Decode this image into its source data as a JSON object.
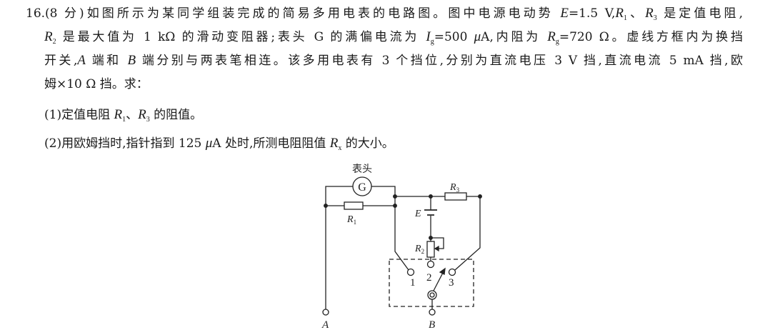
{
  "question": {
    "lines": [
      [
        [
          "16.(8 分)如图所示为某同学组装完成的简易多用电表的电路图。图中电源电动势 ",
          ""
        ],
        [
          "E",
          "i"
        ],
        [
          "=1.5 V,",
          ""
        ],
        [
          "R",
          "i"
        ],
        [
          "1",
          "sub"
        ],
        [
          "、",
          ""
        ],
        [
          "R",
          "i"
        ],
        [
          "3",
          "sub"
        ],
        [
          " 是定值电阻,",
          ""
        ]
      ],
      [
        [
          "R",
          "i"
        ],
        [
          "2",
          "sub"
        ],
        [
          " 是最大值为 1 kΩ 的滑动变阻器;表头 G 的满偏电流为 ",
          ""
        ],
        [
          "I",
          "i"
        ],
        [
          "g",
          "sub"
        ],
        [
          "=500 ",
          ""
        ],
        [
          "μ",
          "i"
        ],
        [
          "A,内阻为 ",
          ""
        ],
        [
          "R",
          "i"
        ],
        [
          "g",
          "sub"
        ],
        [
          "=720 Ω。虚线方框内为换挡",
          ""
        ]
      ],
      [
        [
          "开关,",
          ""
        ],
        [
          "A",
          "i"
        ],
        [
          " 端和 ",
          ""
        ],
        [
          "B",
          "i"
        ],
        [
          " 端分别与两表笔相连。该多用电表有 3 个挡位,分别为直流电压 3 V 挡,直流电流 5 mA 挡,欧",
          ""
        ]
      ],
      [
        [
          "姆×10 Ω 挡。求：",
          ""
        ]
      ],
      [
        [
          "(1)定值电阻 ",
          ""
        ],
        [
          "R",
          "i"
        ],
        [
          "1",
          "sub"
        ],
        [
          "、",
          ""
        ],
        [
          "R",
          "i"
        ],
        [
          "3",
          "sub"
        ],
        [
          " 的阻值。",
          ""
        ]
      ],
      [
        [
          "(2)用欧姆挡时,指针指到 125 ",
          ""
        ],
        [
          "μ",
          "i"
        ],
        [
          "A 处时,所测电阻阻值 ",
          ""
        ],
        [
          "R",
          "i"
        ],
        [
          "x",
          "sub"
        ],
        [
          " 的大小。",
          ""
        ]
      ]
    ]
  },
  "circuit": {
    "meter_label": "表头",
    "galvanometer": "G",
    "r1": "R",
    "r1_sub": "1",
    "r2": "R",
    "r2_sub": "2",
    "r3": "R",
    "r3_sub": "3",
    "emf": "E",
    "contact_1": "1",
    "contact_2": "2",
    "contact_3": "3",
    "terminal_a": "A",
    "terminal_b": "B"
  }
}
